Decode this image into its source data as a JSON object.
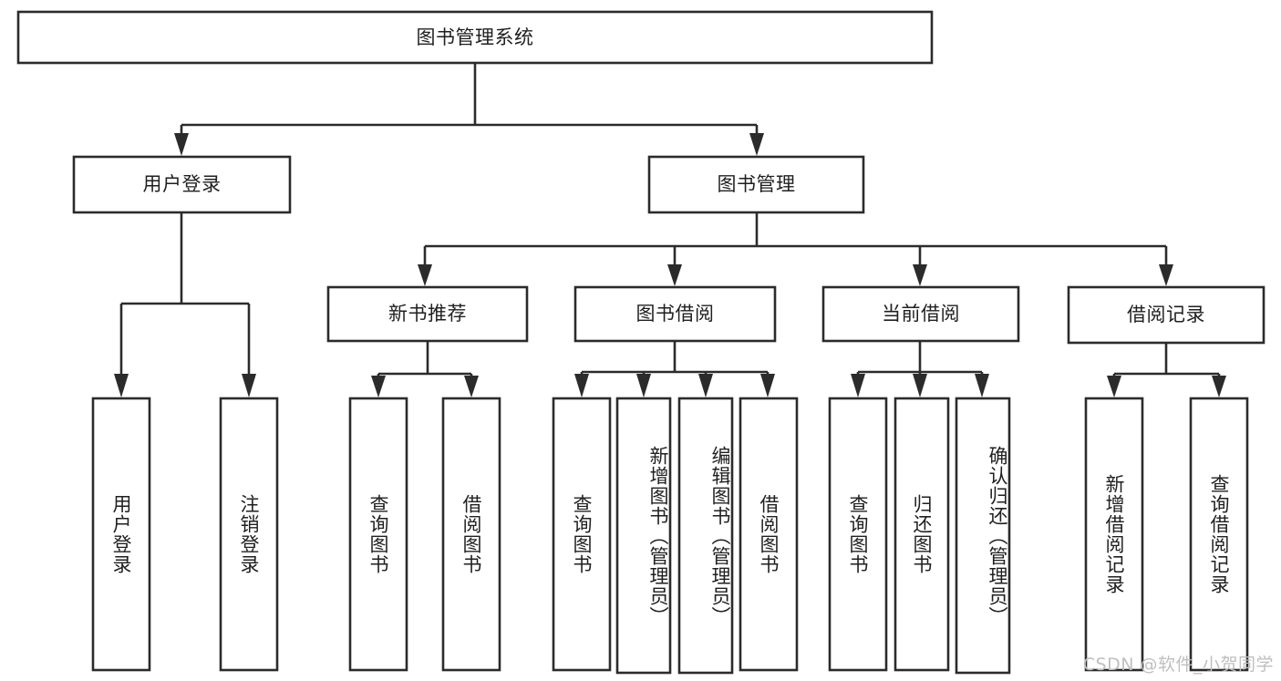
{
  "diagram": {
    "type": "tree",
    "title": "图书管理系统",
    "orientation": "top-down",
    "stroke_color": "#2b2b2b",
    "fill_color": "#ffffff",
    "background_color": "#ffffff",
    "root": {
      "label": "图书管理系统",
      "level": 0
    },
    "level1": [
      {
        "label": "用户登录"
      },
      {
        "label": "图书管理"
      }
    ],
    "level2": [
      {
        "label": "新书推荐",
        "parent": "图书管理"
      },
      {
        "label": "图书借阅",
        "parent": "图书管理"
      },
      {
        "label": "当前借阅",
        "parent": "图书管理"
      },
      {
        "label": "借阅记录",
        "parent": "图书管理"
      }
    ],
    "leaves": {
      "用户登录": [
        {
          "label": "用户登录"
        },
        {
          "label": "注销登录"
        }
      ],
      "新书推荐": [
        {
          "label": "查询图书"
        },
        {
          "label": "借阅图书"
        }
      ],
      "图书借阅": [
        {
          "label": "查询图书"
        },
        {
          "label": "新增图书（管理员）"
        },
        {
          "label": "编辑图书（管理员）"
        },
        {
          "label": "借阅图书"
        }
      ],
      "当前借阅": [
        {
          "label": "查询图书"
        },
        {
          "label": "归还图书"
        },
        {
          "label": "确认归还（管理员）"
        }
      ],
      "借阅记录": [
        {
          "label": "新增借阅记录"
        },
        {
          "label": "查询借阅记录"
        }
      ]
    }
  },
  "watermark": {
    "text": "CSDN @软件_小贺同学"
  }
}
